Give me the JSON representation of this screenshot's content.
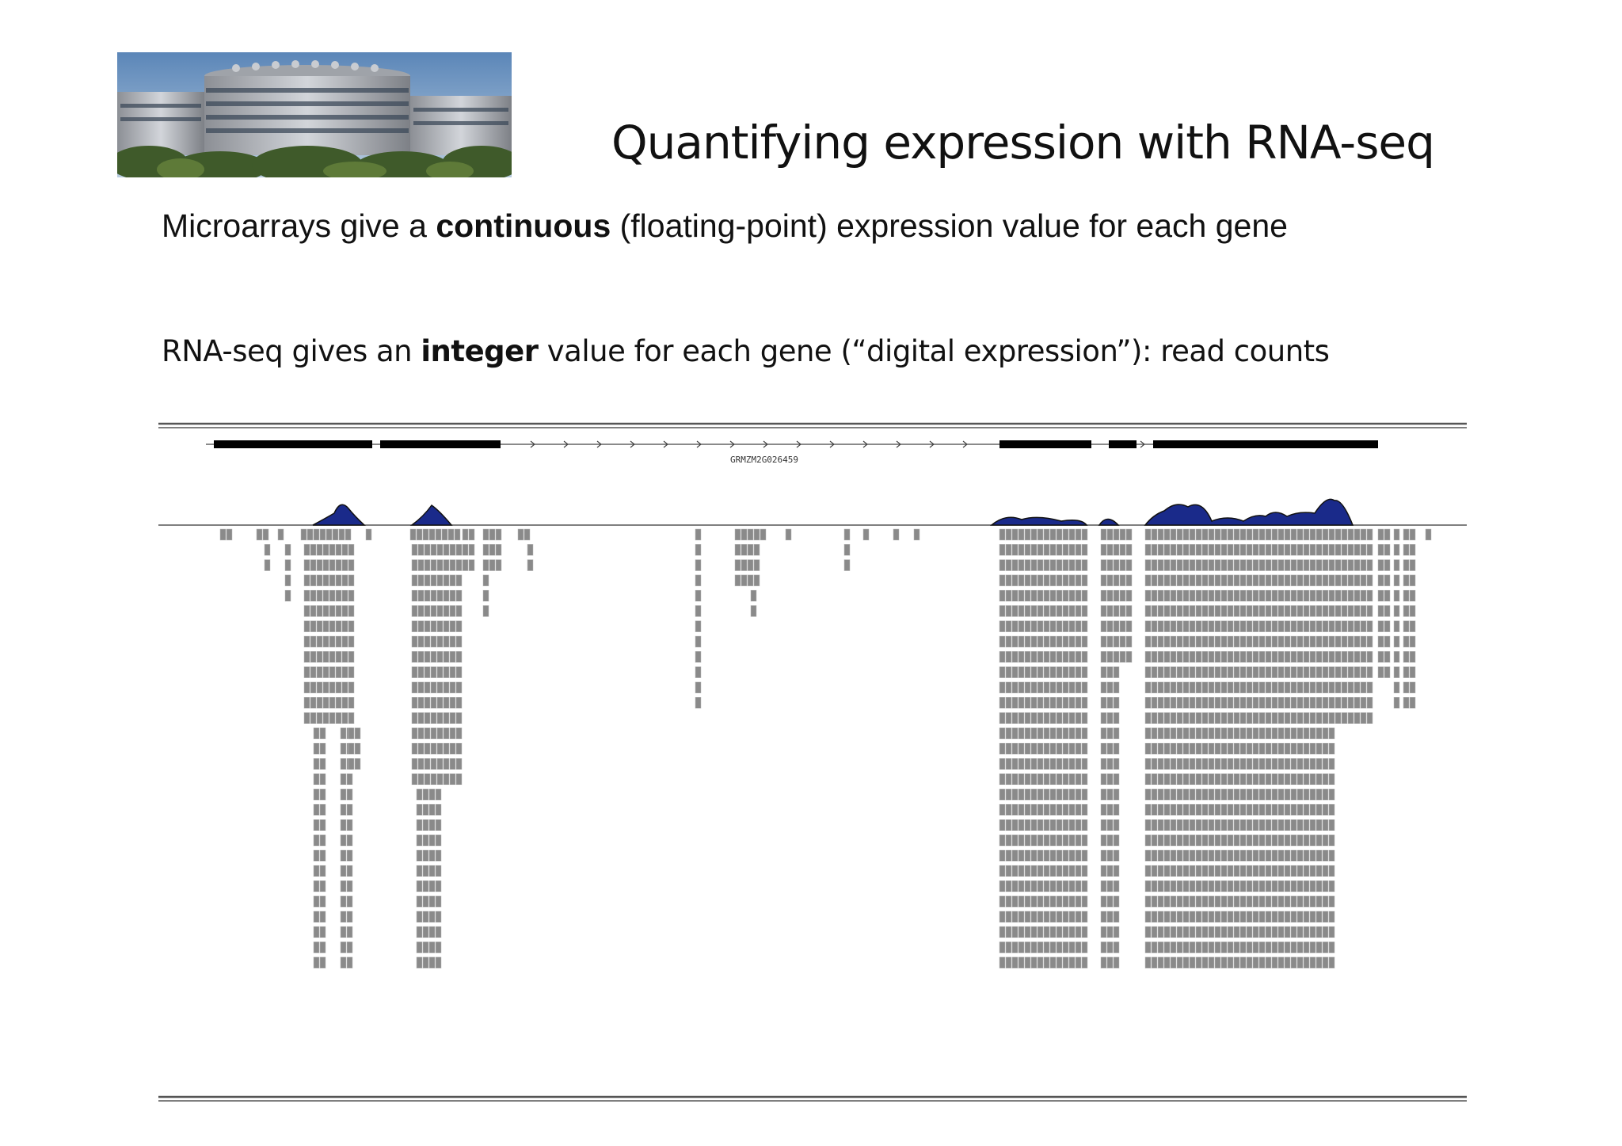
{
  "slide": {
    "title": "Quantifying expression with RNA-seq",
    "line1": {
      "pre": "Microarrays give a ",
      "bold": "continuous",
      "post": " (floating-point) expression value for each gene"
    },
    "line2": {
      "pre": "RNA-seq gives an ",
      "bold": "integer",
      "post": " value for each gene (“digital expression”): read counts"
    }
  },
  "genome_browser": {
    "gene_id": "GRMZM2G026459",
    "colors": {
      "exon": "#000000",
      "coverage": "#1a2a8a",
      "read": "#8a8a8a",
      "track_line": "#555555"
    }
  }
}
